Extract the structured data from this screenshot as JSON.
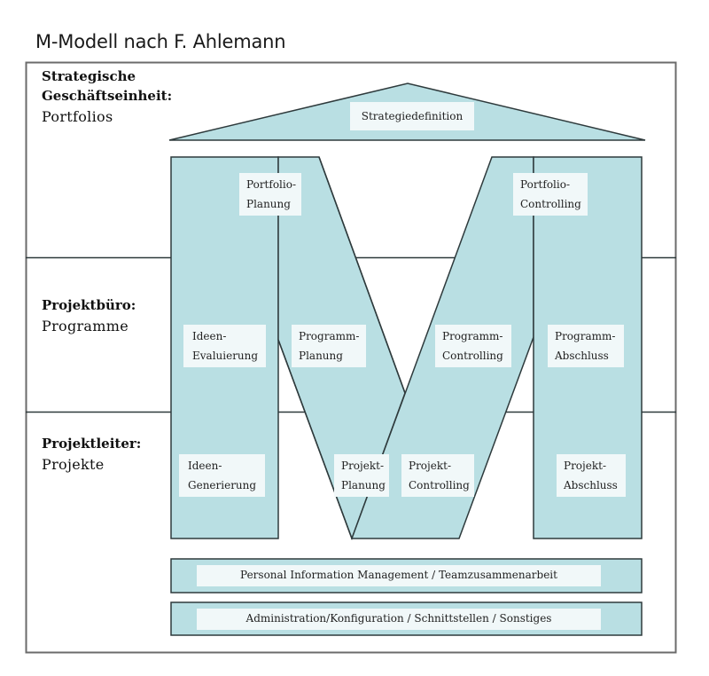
{
  "title": "M-Modell nach F. Ahlemann",
  "levels": [
    {
      "heading_line1": "Strategische",
      "heading_line2": "Geschäftseinheit:",
      "object": "Portfolios"
    },
    {
      "heading_line1": "Projektbüro:",
      "heading_line2": "",
      "object": "Programme"
    },
    {
      "heading_line1": "Projektleiter:",
      "heading_line2": "",
      "object": "Projekte"
    }
  ],
  "roof_label": "Strategiedefinition",
  "phases": {
    "portfolio_planung": [
      "Portfolio-",
      "Planung"
    ],
    "portfolio_controlling": [
      "Portfolio-",
      "Controlling"
    ],
    "ideen_evaluierung": [
      "Ideen-",
      "Evaluierung"
    ],
    "programm_planung": [
      "Programm-",
      "Planung"
    ],
    "programm_controlling": [
      "Programm-",
      "Controlling"
    ],
    "programm_abschluss": [
      "Programm-",
      "Abschluss"
    ],
    "ideen_generierung": [
      "Ideen-",
      "Generierung"
    ],
    "projekt_planung": [
      "Projekt-",
      "Planung"
    ],
    "projekt_controlling": [
      "Projekt-",
      "Controlling"
    ],
    "projekt_abschluss": [
      "Projekt-",
      "Abschluss"
    ]
  },
  "foundation_bars": [
    "Personal Information Management / Teamzusammenarbeit",
    "Administration/Konfiguration / Schnittstellen / Sonstiges"
  ],
  "colors": {
    "fill": "#b9dfe3",
    "label_bg": "#f1f8f9",
    "stroke": "#2e3a3c",
    "frame": "#6b6b6b"
  }
}
